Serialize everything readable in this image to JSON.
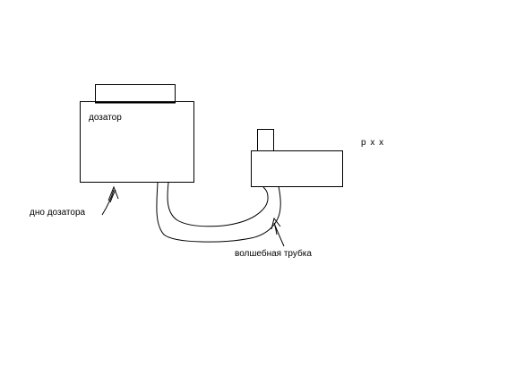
{
  "labels": {
    "dosator": "дозатор",
    "dosator_bottom": "дно дозатора",
    "magic_tube": "волшебная трубка",
    "pxx": "р х х"
  },
  "colors": {
    "ink": "#000000",
    "background": "#ffffff"
  }
}
